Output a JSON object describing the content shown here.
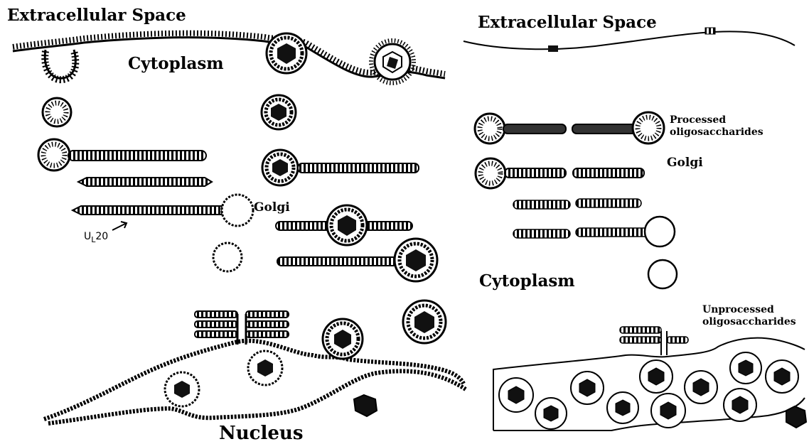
{
  "left_panel": {
    "extracellular": "Extracellular Space",
    "cytoplasm": "Cytoplasm",
    "golgi": "Golgi",
    "ul20_main": "U",
    "ul20_sub": "L",
    "ul20_num": "20",
    "nucleus": "Nucleus"
  },
  "right_panel": {
    "extracellular": "Extracellular Space",
    "processed": "Processed\noligosaccharides",
    "golgi": "Golgi",
    "cytoplasm": "Cytoplasm",
    "unprocessed": "Unprocessed\noligosaccharides"
  }
}
